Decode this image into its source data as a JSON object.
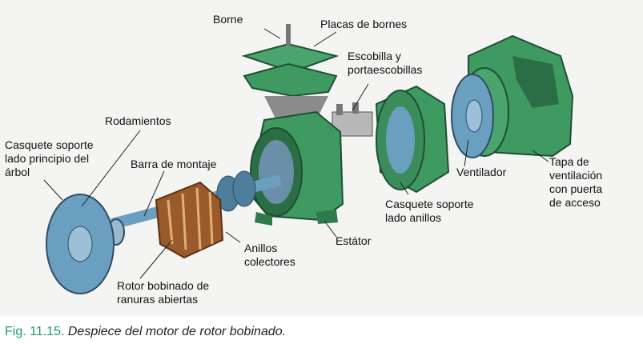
{
  "labels": {
    "borne": "Borne",
    "placas_bornes": "Placas de bornes",
    "escobilla": "Escobilla y\nportaescobillas",
    "rodamientos": "Rodamientos",
    "casquete_arbol": "Casquete soporte\nlado principio del\nárbol",
    "barra_montaje": "Barra de montaje",
    "ventilador": "Ventilador",
    "tapa": "Tapa de\nventilación\ncon puerta\nde acceso",
    "casquete_anillos": "Casquete soporte\nlado anillos",
    "estator": "Estátor",
    "anillos": "Anillos\ncolectores",
    "rotor": "Rotor bobinado de\nranuras abiertas"
  },
  "caption": {
    "fig": "Fig. 11.15.",
    "text": " Despiece del motor de rotor bobinado."
  },
  "colors": {
    "green": "#3f9a62",
    "green_dark": "#2b6e45",
    "blue": "#6b9fc0",
    "copper": "#9a5a2c"
  }
}
